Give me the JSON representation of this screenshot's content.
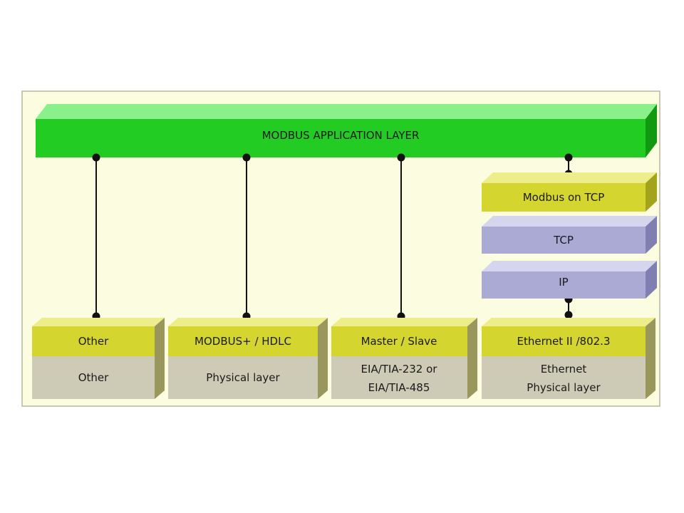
{
  "application_layer": {
    "label": "MODBUS APPLICATION LAYER"
  },
  "stacks": [
    {
      "id": "other",
      "upper": [
        "Other"
      ],
      "lower": [
        "Other"
      ]
    },
    {
      "id": "modbus-plus",
      "upper": [
        "MODBUS+ / HDLC"
      ],
      "lower": [
        "Physical layer"
      ]
    },
    {
      "id": "serial",
      "upper": [
        "Master / Slave"
      ],
      "lower": [
        "EIA/TIA-232 or",
        "EIA/TIA-485"
      ]
    },
    {
      "id": "ethernet",
      "upper": [
        "Ethernet II /802.3"
      ],
      "lower": [
        "Ethernet",
        "Physical layer"
      ]
    }
  ],
  "tcp_ip_stack": [
    {
      "id": "modbus-on-tcp",
      "label": "Modbus on TCP"
    },
    {
      "id": "tcp",
      "label": "TCP"
    },
    {
      "id": "ip",
      "label": "IP"
    }
  ],
  "colors": {
    "panel_bg": "#fcfce0",
    "application_layer": "#22cc22",
    "protocol_layer": "#d5d52f",
    "physical_layer": "#cdcbb5",
    "transport_layer": "#aaaad5",
    "connector": "#111111"
  }
}
